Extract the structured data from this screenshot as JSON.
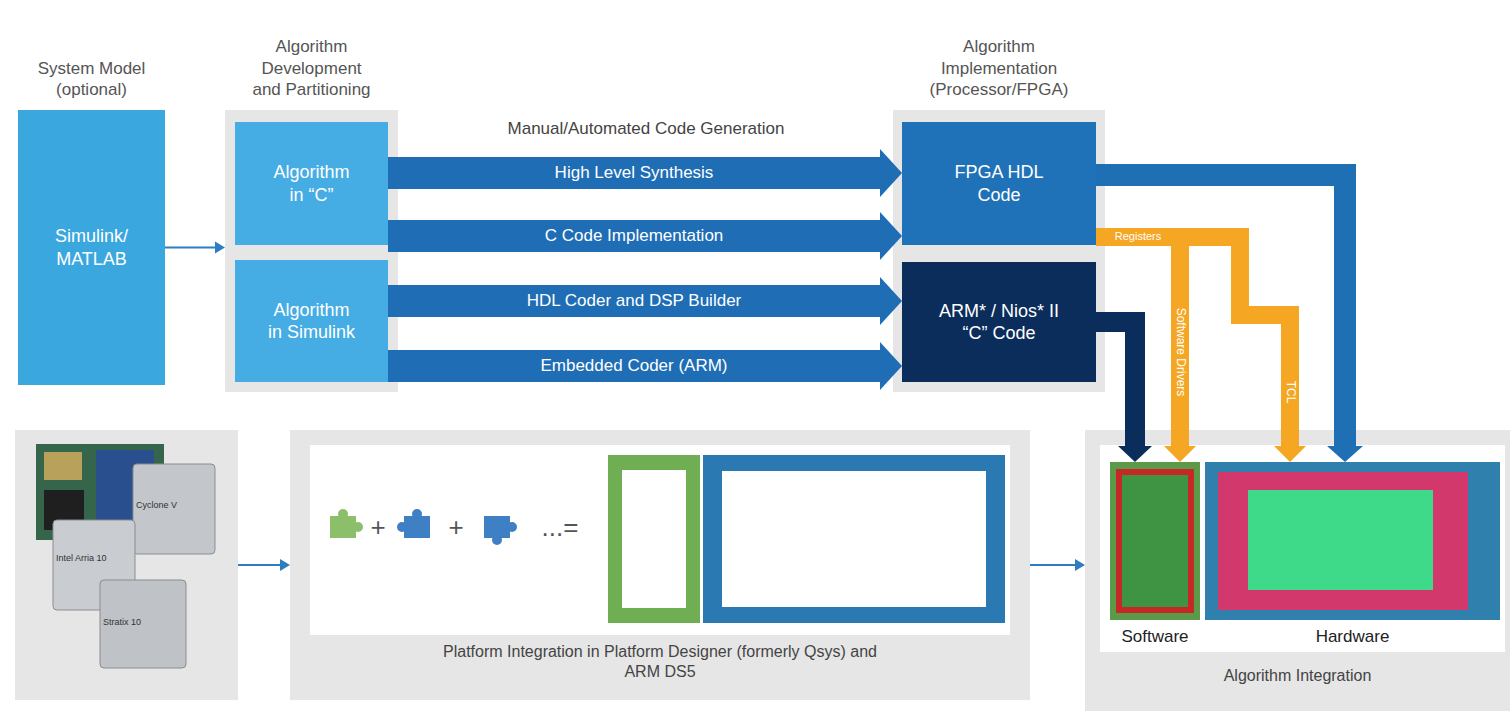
{
  "diagram": {
    "nodes": [
      {
        "text": [
          "System Model (optional)",
          "Simulink/ MATLAB"
        ]
      },
      {
        "text": [
          "Algorithm Development and Partitioning"
        ]
      },
      {
        "text": [
          "Algorithm in “C”"
        ],
        "in": 1
      },
      {
        "text": [
          "Algorithm in Simulink"
        ],
        "in": 1
      },
      {
        "text": [
          "Algorithm Implementation (Processor/FPGA)"
        ]
      },
      {
        "text": [
          "FPGA HDL Code"
        ],
        "in": 4
      },
      {
        "text": [
          "ARM* / Nios* II “C” Code"
        ],
        "in": 4
      },
      {
        "text": [
          "Cyclone V",
          "Intel Arria 10",
          "Stratix 10"
        ]
      },
      {
        "text": [
          "Platform Integration in Platform Designer (formerly Qsys) and ARM DS5"
        ]
      },
      {
        "text": [
          "Algorithm Integration"
        ]
      },
      {
        "text": [
          "Software"
        ],
        "in": 9
      },
      {
        "text": [
          "Hardware"
        ],
        "in": 9
      }
    ],
    "edges": [
      {
        "from": 0,
        "to": 1,
        "arrow": "to"
      },
      {
        "from": 2,
        "to": 5,
        "label": "High Level Synthesis",
        "arrow": "to"
      },
      {
        "from": 2,
        "to": 5,
        "label": "C Code Implementation",
        "arrow": "to"
      },
      {
        "from": 3,
        "to": 6,
        "label": "HDL Coder and DSP Builder",
        "arrow": "to"
      },
      {
        "from": 3,
        "to": 6,
        "label": "Embedded Coder (ARM)",
        "arrow": "to"
      },
      {
        "from": 5,
        "to": 11,
        "arrow": "to"
      },
      {
        "from": 6,
        "to": 10,
        "arrow": "to"
      },
      {
        "from": 5,
        "to": 10,
        "label": "Software Drivers",
        "arrow": "to"
      },
      {
        "from": 5,
        "to": 11,
        "label": "TCL",
        "arrow": "to"
      },
      {
        "from": 7,
        "to": 8,
        "arrow": "to"
      },
      {
        "from": 8,
        "to": 9,
        "arrow": "to"
      }
    ],
    "labels": [
      "Manual/Automated Code Generation",
      "Registers",
      "+",
      "+",
      "...="
    ]
  }
}
